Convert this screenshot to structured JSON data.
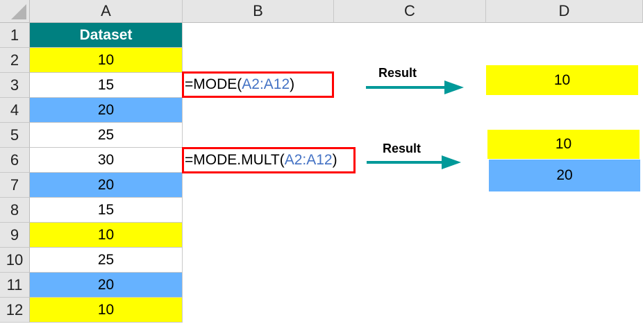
{
  "columns": [
    "A",
    "B",
    "C",
    "D"
  ],
  "rows": [
    "1",
    "2",
    "3",
    "4",
    "5",
    "6",
    "7",
    "8",
    "9",
    "10",
    "11",
    "12"
  ],
  "dataset": {
    "header": "Dataset",
    "values": [
      "10",
      "15",
      "20",
      "25",
      "30",
      "20",
      "15",
      "10",
      "25",
      "20",
      "10"
    ],
    "fills": [
      "#ffff00",
      "#ffffff",
      "#66b2ff",
      "#ffffff",
      "#ffffff",
      "#66b2ff",
      "#ffffff",
      "#ffff00",
      "#ffffff",
      "#66b2ff",
      "#ffff00"
    ]
  },
  "formula1": {
    "prefix": "=MODE(",
    "ref": "A2:A12",
    "suffix": ")"
  },
  "formula2": {
    "prefix": "=MODE.MULT(",
    "ref": "A2:A12",
    "suffix": ")"
  },
  "result_label": "Result",
  "result1": "10",
  "result2": [
    "10",
    "20"
  ],
  "colors": {
    "header_fill": "#008080",
    "arrow": "#009999",
    "yellow": "#ffff00",
    "blue": "#66b2ff",
    "box": "#ff0000"
  }
}
